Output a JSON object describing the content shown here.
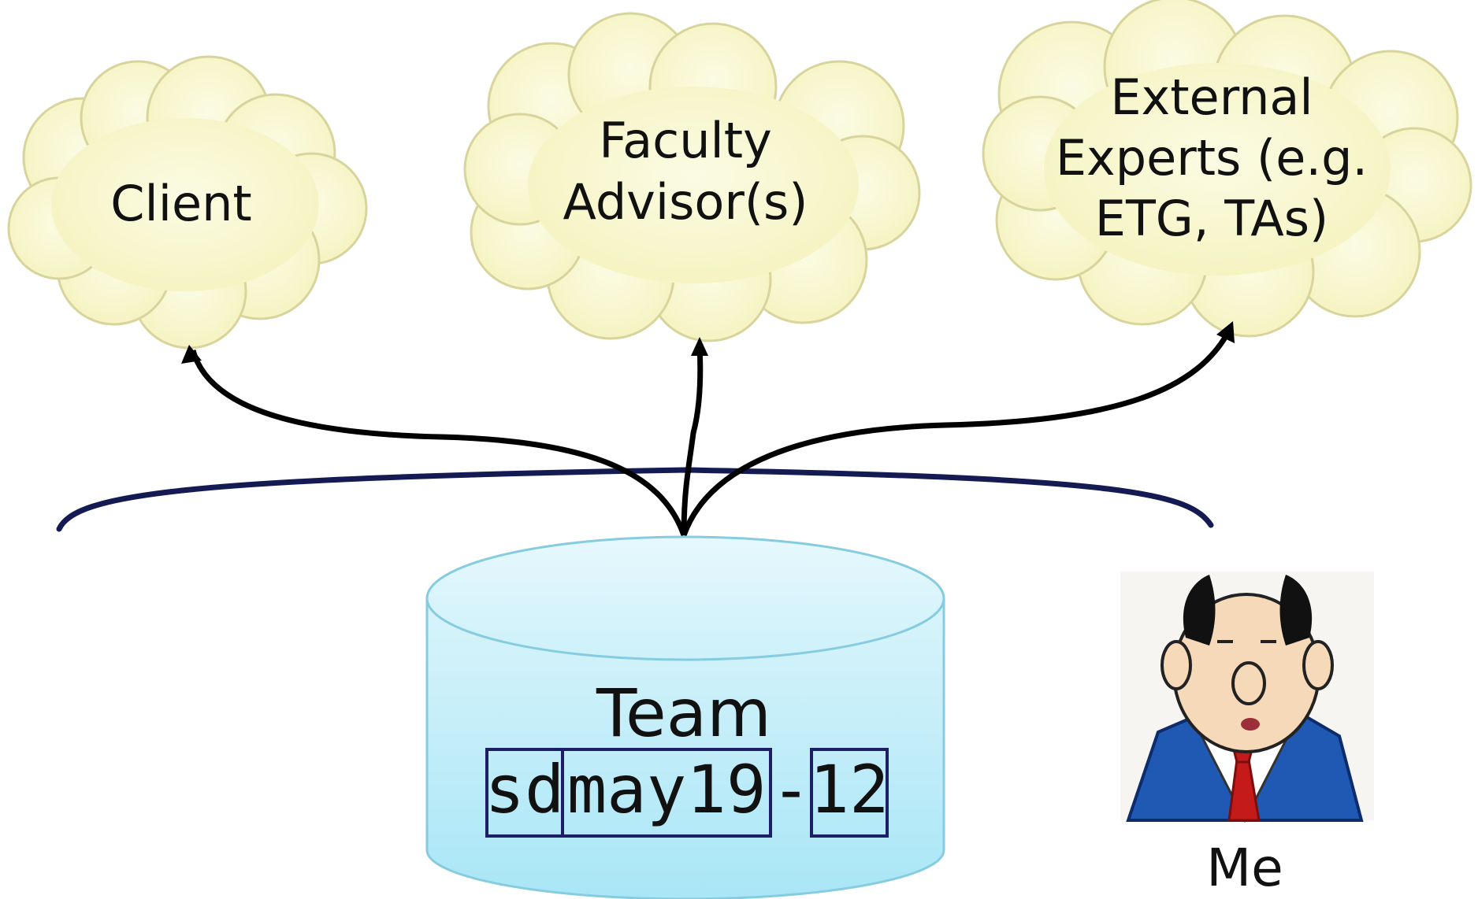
{
  "clouds": {
    "client": {
      "lines": [
        "Client"
      ]
    },
    "faculty": {
      "lines": [
        "Faculty",
        "Advisor(s)"
      ]
    },
    "external": {
      "lines": [
        "External",
        "Experts (e.g.",
        "ETG, TAs)"
      ]
    }
  },
  "team": {
    "title": "Team",
    "code_parts": [
      "sd",
      "may19",
      "-",
      "12"
    ]
  },
  "me": {
    "label": "Me",
    "avatar_icon": "cartoon-manager-avatar-icon"
  },
  "colors": {
    "cloud_fill": "#f9f8cf",
    "cloud_stroke": "#d7d49c",
    "cylinder_fill": "#c3eef9",
    "cylinder_stroke": "#86cce0",
    "arc_stroke": "#141a52",
    "arrow_stroke": "#000000",
    "code_box_stroke": "#1c1f66"
  }
}
